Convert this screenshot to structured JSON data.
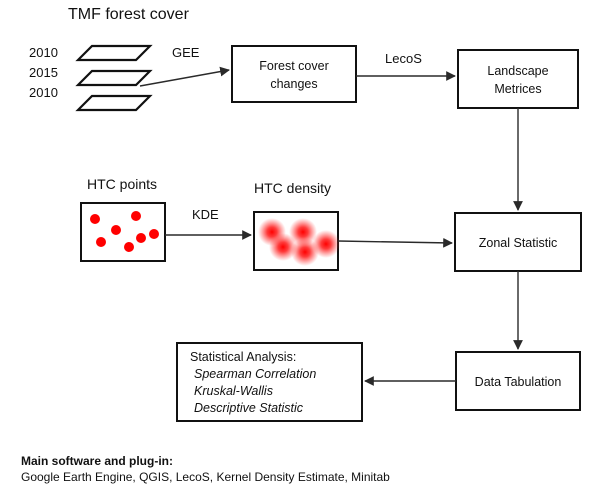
{
  "tmf_title": "TMF forest cover",
  "years": [
    "2010",
    "2015",
    "2010"
  ],
  "gee_label": "GEE",
  "forest_box": [
    "Forest cover",
    "changes"
  ],
  "lecos_label": "LecoS",
  "landscape_box": [
    "Landscape",
    "Metrices"
  ],
  "htc_points_title": "HTC points",
  "kde_label": "KDE",
  "htc_density_title": "HTC density",
  "zonal_box": "Zonal Statistic",
  "data_tab_box": "Data Tabulation",
  "stat_title": "Statistical Analysis:",
  "stat_items": [
    "Spearman Correlation",
    "Kruskal-Wallis",
    "Descriptive Statistic"
  ],
  "software_title": "Main software and plug-in:",
  "software_list": "Google Earth Engine, QGIS, LecoS, Kernel Density Estimate, Minitab",
  "colors": {
    "dot": "#ff0000",
    "line": "#111111"
  }
}
